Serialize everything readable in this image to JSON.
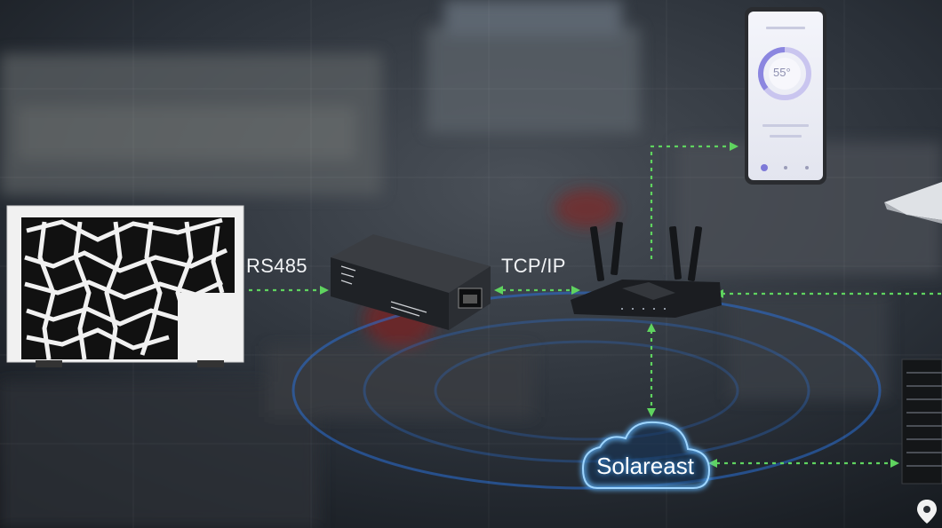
{
  "labels": {
    "rs485": "RS485",
    "tcpip": "TCP/IP",
    "cloud": "Solareast"
  },
  "devices": {
    "heat_pump": "heat-pump-unit",
    "converter": "rs485-ethernet-converter",
    "router": "wifi-router",
    "phone": "smartphone-app",
    "laptop": "laptop",
    "server": "server-rack"
  },
  "phone_app": {
    "temperature": "55°"
  },
  "colors": {
    "link": "#5fd35f",
    "cloud_glow": "#3fa4ff",
    "label": "#f2f4f6"
  },
  "icons": {
    "corner": "map-pin-icon"
  }
}
